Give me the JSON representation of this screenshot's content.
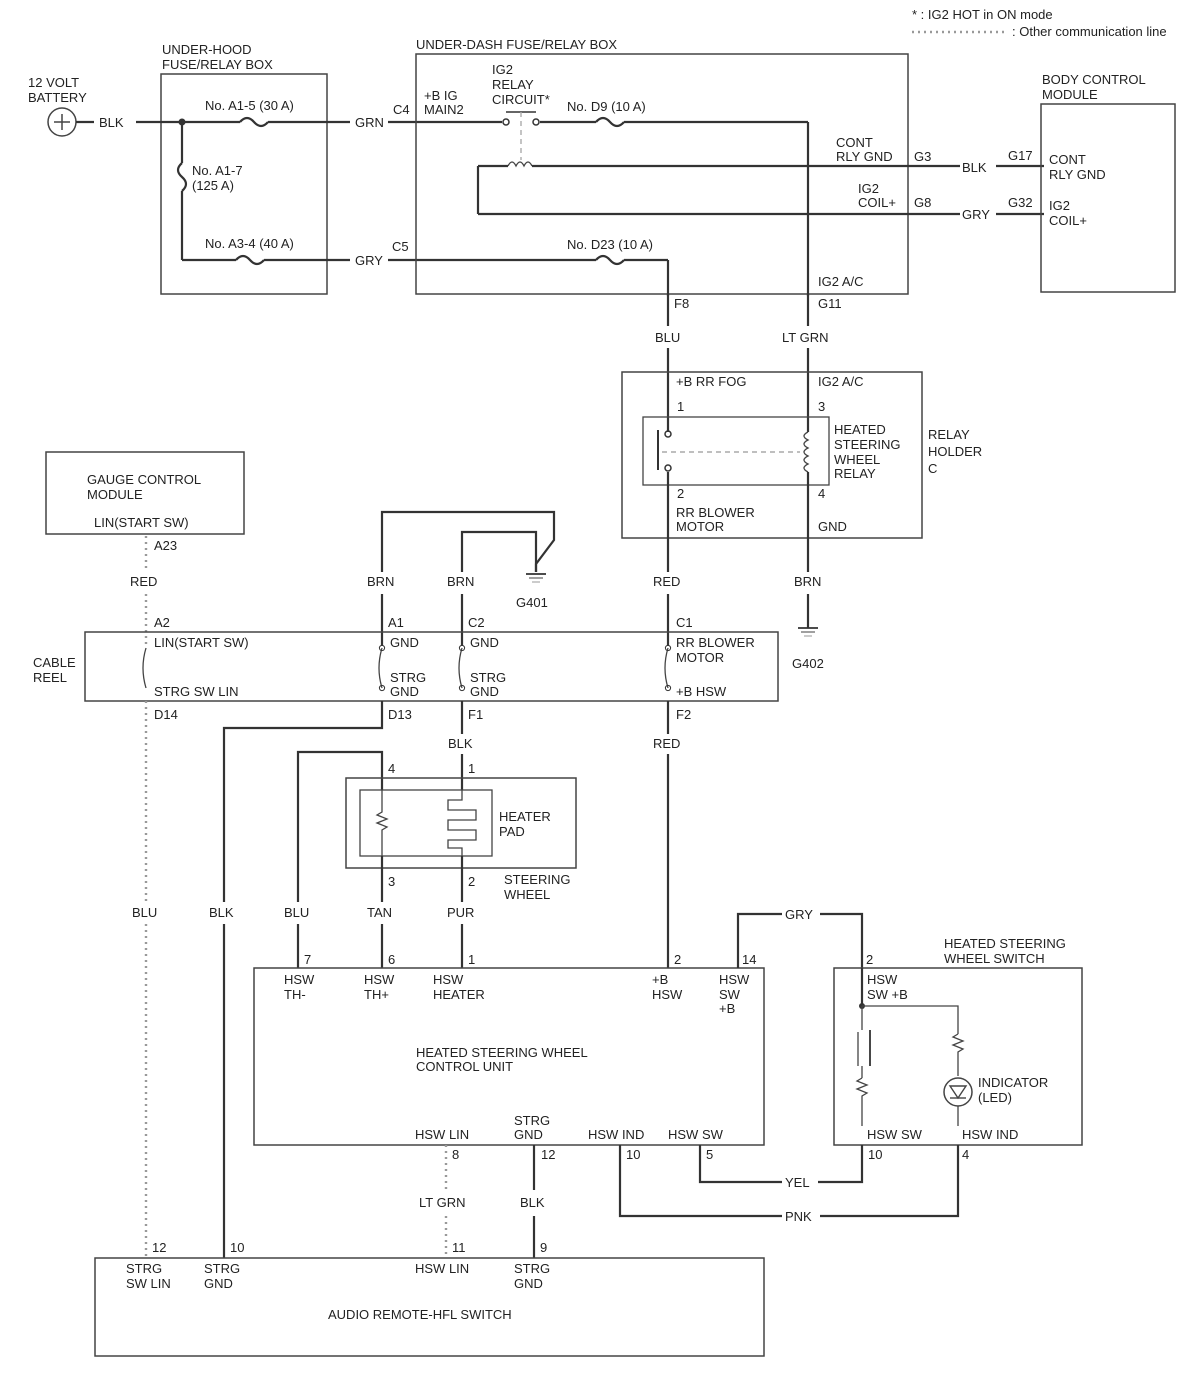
{
  "legend": {
    "note": "* : IG2 HOT in ON mode",
    "comm_line": ": Other communication line"
  },
  "components": {
    "battery": [
      "12 VOLT",
      "BATTERY"
    ],
    "underhood": [
      "UNDER-HOOD",
      "FUSE/RELAY BOX"
    ],
    "underdash": "UNDER-DASH FUSE/RELAY BOX",
    "bcm": [
      "BODY CONTROL",
      "MODULE"
    ],
    "relay_holder": [
      "RELAY",
      "HOLDER",
      "C"
    ],
    "hsw_relay": [
      "HEATED",
      "STEERING",
      "WHEEL",
      "RELAY"
    ],
    "gauge": [
      "GAUGE CONTROL",
      "MODULE"
    ],
    "cable_reel": [
      "CABLE",
      "REEL"
    ],
    "heater_pad": [
      "HEATER",
      "PAD"
    ],
    "steering_wheel": [
      "STEERING",
      "WHEEL"
    ],
    "control_unit": [
      "HEATED STEERING WHEEL",
      "CONTROL UNIT"
    ],
    "hsw_switch": [
      "HEATED STEERING",
      "WHEEL SWITCH"
    ],
    "indicator": [
      "INDICATOR",
      "(LED)"
    ],
    "audio": "AUDIO REMOTE-HFL SWITCH"
  },
  "fuses": {
    "a15": "No. A1-5 (30 A)",
    "a17": [
      "No. A1-7",
      "(125 A)"
    ],
    "a34": "No. A3-4 (40 A)",
    "d9": "No. D9 (10 A)",
    "d23": "No. D23 (10 A)"
  },
  "underdash_labels": {
    "b_ig_main2": [
      "+B IG",
      "MAIN2"
    ],
    "ig2_relay": [
      "IG2",
      "RELAY",
      "CIRCUIT*"
    ],
    "cont_rly_gnd": [
      "CONT",
      "RLY GND"
    ],
    "ig2_coil": [
      "IG2",
      "COIL+"
    ],
    "ig2_ac": "IG2 A/C"
  },
  "bcm_labels": {
    "cont_rly_gnd": [
      "CONT",
      "RLY GND"
    ],
    "ig2_coil": [
      "IG2",
      "COIL+"
    ]
  },
  "relay_labels": {
    "b_rr_fog": "+B RR FOG",
    "ig2_ac": "IG2 A/C",
    "rr_blower": [
      "RR BLOWER",
      "MOTOR"
    ],
    "gnd": "GND"
  },
  "gauge_pin": "LIN(START SW)",
  "cable_reel_labels": {
    "lin_start": "LIN(START SW)",
    "strg_sw_lin": "STRG SW LIN",
    "gnd_a1": "GND",
    "strg_gnd_d13": [
      "STRG",
      "GND"
    ],
    "gnd_c2": "GND",
    "strg_gnd_f1": [
      "STRG",
      "GND"
    ],
    "rr_blower": [
      "RR BLOWER",
      "MOTOR"
    ],
    "b_hsw": "+B HSW"
  },
  "control_unit_pins": {
    "th_minus": [
      "HSW",
      "TH-"
    ],
    "th_plus": [
      "HSW",
      "TH+"
    ],
    "heater": [
      "HSW",
      "HEATER"
    ],
    "b_hsw": [
      "+B",
      "HSW"
    ],
    "sw_b": [
      "HSW",
      "SW",
      "+B"
    ],
    "hsw_lin": "HSW LIN",
    "strg_gnd": [
      "STRG",
      "GND"
    ],
    "hsw_ind": "HSW IND",
    "hsw_sw": "HSW SW"
  },
  "switch_pins": {
    "sw_b": [
      "HSW",
      "SW +B"
    ],
    "hsw_sw": "HSW SW",
    "hsw_ind": "HSW IND"
  },
  "audio_pins": {
    "strg_sw_lin": [
      "STRG",
      "SW LIN"
    ],
    "strg_gnd": [
      "STRG",
      "GND"
    ],
    "hsw_lin": "HSW LIN",
    "strg_gnd2": [
      "STRG",
      "GND"
    ]
  },
  "connectors": {
    "c4": "C4",
    "c5": "C5",
    "g3": "G3",
    "g8": "G8",
    "g17": "G17",
    "g32": "G32",
    "f8": "F8",
    "g11": "G11",
    "a23": "A23",
    "a2": "A2",
    "a1": "A1",
    "c2": "C2",
    "c1": "C1",
    "d14": "D14",
    "d13": "D13",
    "f1": "F1",
    "f2": "F2",
    "g401": "G401",
    "g402": "G402"
  },
  "pins": {
    "r1": "1",
    "r2": "2",
    "r3": "3",
    "r4": "4",
    "sw4": "4",
    "sw1": "1",
    "sw3": "3",
    "sw2": "2",
    "cu7": "7",
    "cu6": "6",
    "cu1": "1",
    "cu2": "2",
    "cu14": "14",
    "cu8": "8",
    "cu12": "12",
    "cu10": "10",
    "cu5": "5",
    "hs2": "2",
    "hs10": "10",
    "hs4": "4",
    "au12": "12",
    "au10": "10",
    "au11": "11",
    "au9": "9"
  },
  "wires": {
    "blk_batt": "BLK",
    "grn_c4": "GRN",
    "gry_c5": "GRY",
    "blk_g3": "BLK",
    "gry_g8": "GRY",
    "blu_f8": "BLU",
    "ltgrn_g11": "LT GRN",
    "red_a23": "RED",
    "brn_a1": "BRN",
    "brn_c2": "BRN",
    "red_c1": "RED",
    "brn_g402": "BRN",
    "blk_f1": "BLK",
    "red_f2": "RED",
    "blu_d14": "BLU",
    "blk_d13": "BLK",
    "blu_th": "BLU",
    "tan": "TAN",
    "pur": "PUR",
    "gry_sw": "GRY",
    "ltgrn_lin": "LT GRN",
    "blk_gnd": "BLK",
    "yel": "YEL",
    "pnk": "PNK"
  }
}
